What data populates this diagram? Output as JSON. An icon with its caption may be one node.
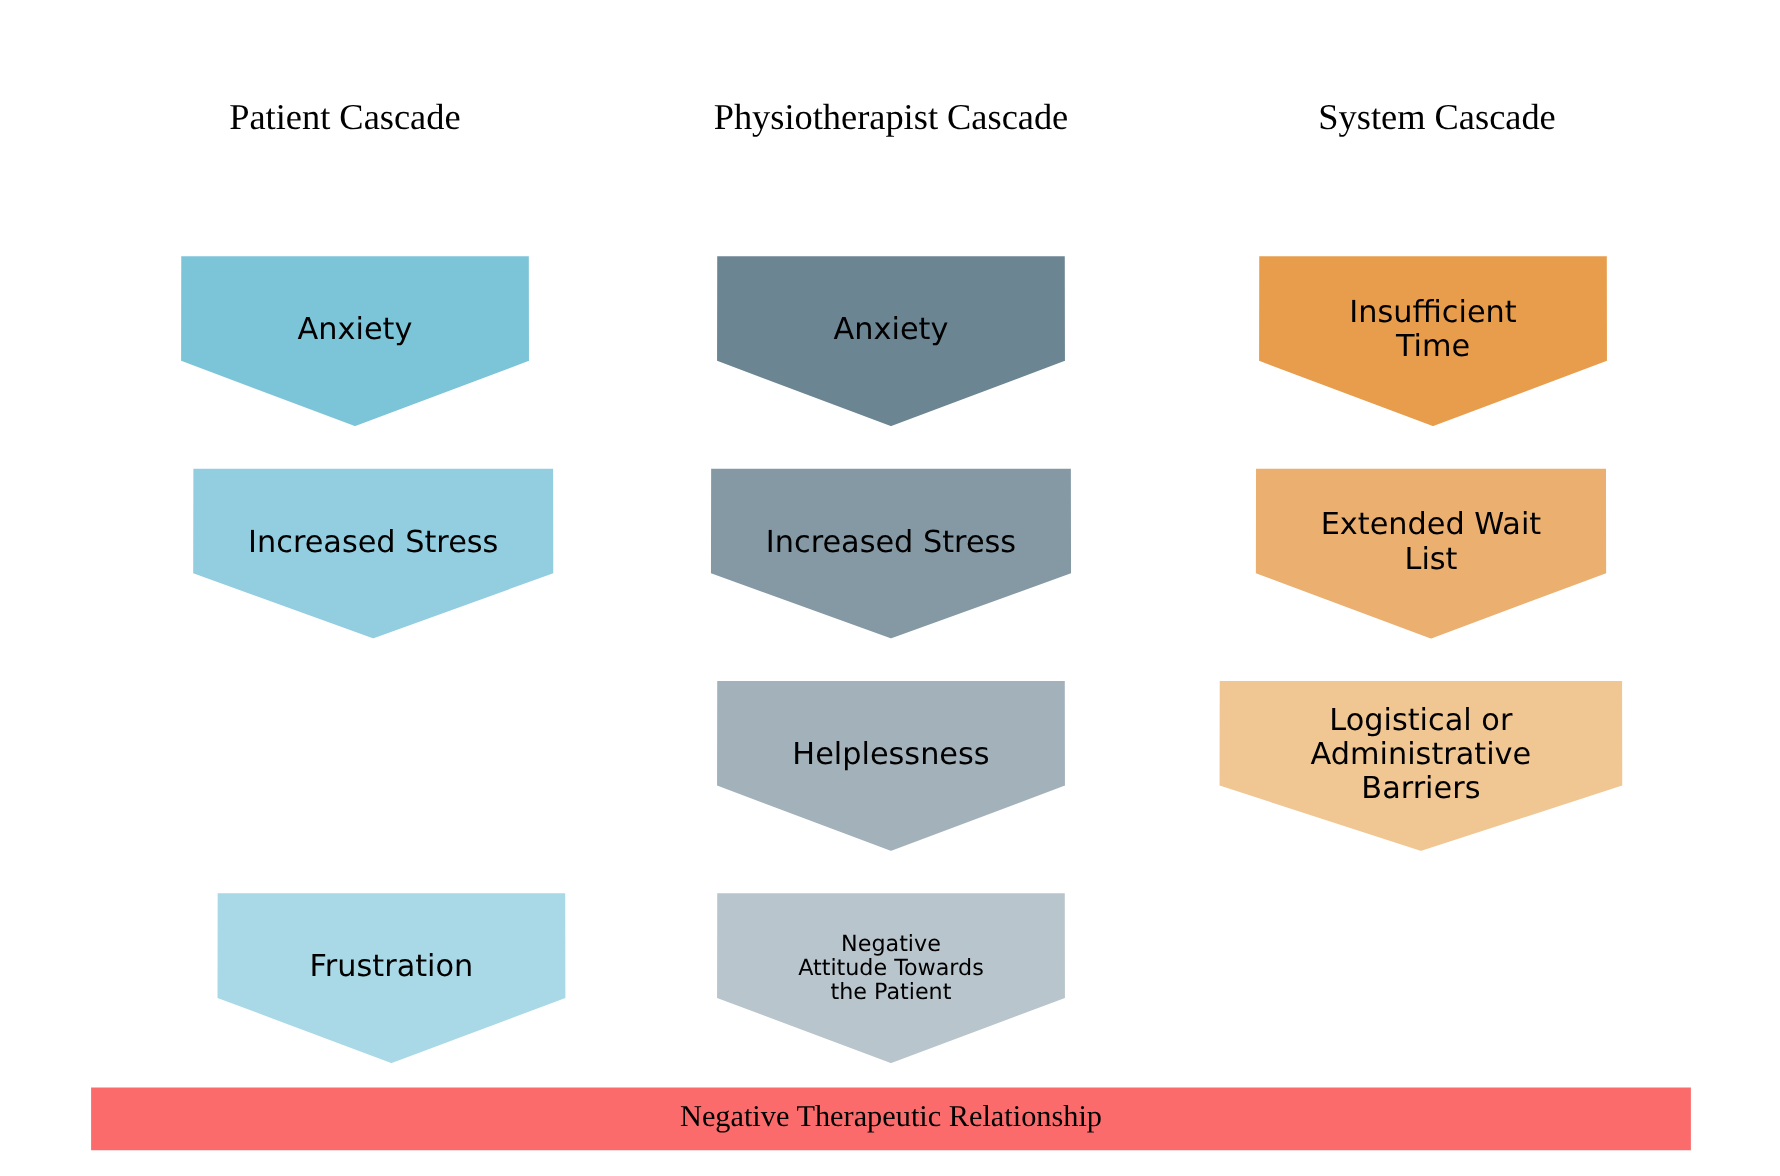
{
  "diagram": {
    "nodes": [
      {
        "text": [
          "Anxiety"
        ]
      },
      {
        "text": [
          "Increased Stress"
        ]
      },
      {
        "text": [
          "Frustration"
        ]
      },
      {
        "text": [
          "Anxiety"
        ]
      },
      {
        "text": [
          "Increased Stress"
        ]
      },
      {
        "text": [
          "Helplessness"
        ]
      },
      {
        "text": [
          "Negative Attitude Towards the Patient"
        ]
      },
      {
        "text": [
          "Insufficient Time"
        ]
      },
      {
        "text": [
          "Extended Wait List"
        ]
      },
      {
        "text": [
          "Logistical or Administrative Barriers"
        ]
      },
      {
        "text": [
          "Negative Therapeutic Relationship"
        ]
      }
    ],
    "labels": [
      "Patient Cascade",
      "Physiotherapist Cascade",
      "System Cascade"
    ]
  }
}
